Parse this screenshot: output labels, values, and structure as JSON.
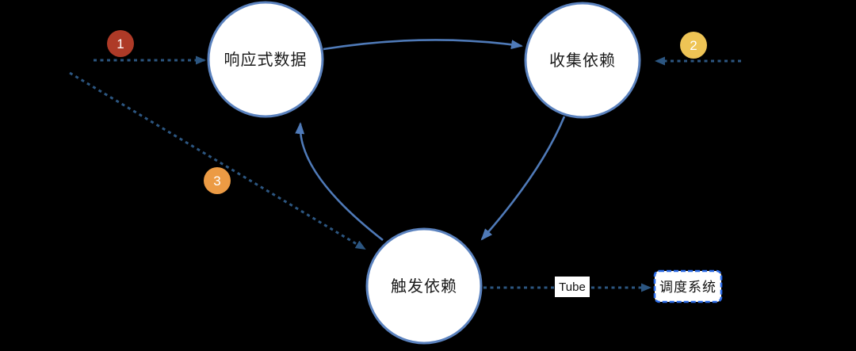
{
  "diagram": {
    "nodes": [
      {
        "id": "reactive-data",
        "label": "响应式数据"
      },
      {
        "id": "collect-deps",
        "label": "收集依赖"
      },
      {
        "id": "trigger-deps",
        "label": "触发依赖"
      }
    ],
    "badges": [
      {
        "label": "1",
        "color": "#ae3a27"
      },
      {
        "label": "2",
        "color": "#eec455"
      },
      {
        "label": "3",
        "color": "#ec9b44"
      }
    ],
    "edge_label": "Tube",
    "external_box": {
      "label": "调度系统",
      "border_color": "#2b6be8"
    }
  },
  "colors": {
    "background": "#000000",
    "node_fill": "#ffffff",
    "node_border": "#5b82be",
    "arrow_solid": "#4f7ab8",
    "arrow_dashed": "#2c5681",
    "text": "#1a1a1a"
  }
}
